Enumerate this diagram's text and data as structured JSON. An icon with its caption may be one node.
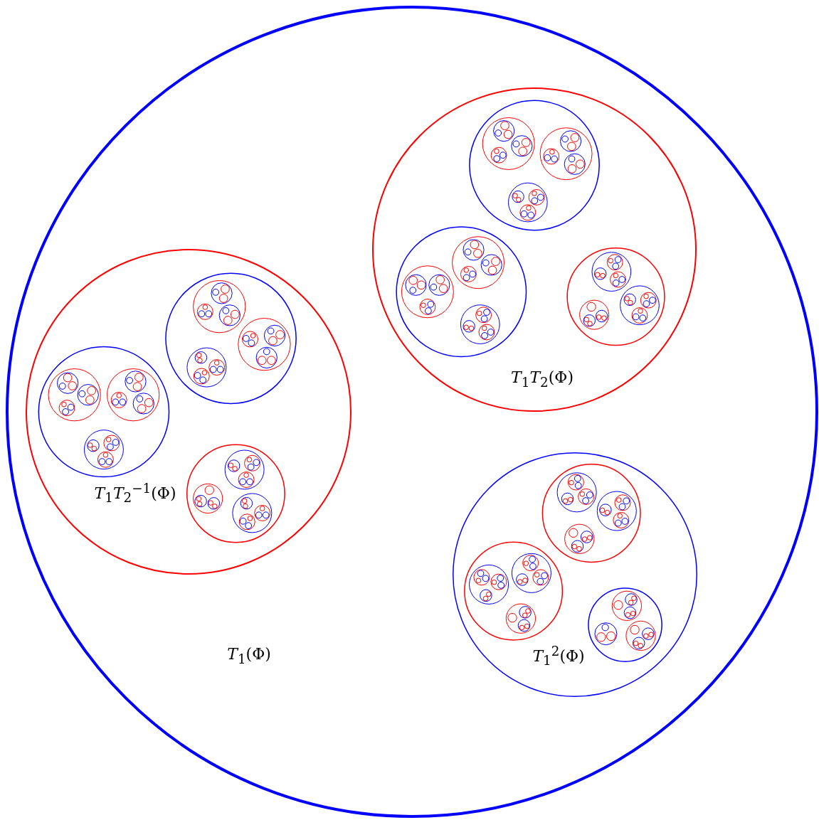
{
  "diagram": {
    "nodes": [
      {
        "text": [
          "*T*$_{1}$(Φ)"
        ]
      },
      {
        "text": [
          "*T*$_{1}$*T*$_{2}$$^{−1}$(Φ)"
        ],
        "in": 0
      },
      {
        "text": [
          "*T*$_{1}$*T*$_{2}$(Φ)"
        ],
        "in": 0
      },
      {
        "text": [
          "*T*$_{1}$$^{2}$(Φ)"
        ],
        "in": 0
      }
    ]
  }
}
